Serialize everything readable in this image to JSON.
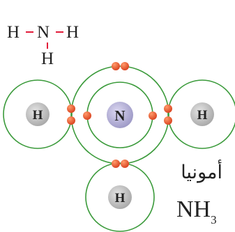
{
  "structural_formula": {
    "top_left_atom": "H",
    "center_atom": "N",
    "top_right_atom": "H",
    "bottom_atom": "H"
  },
  "atoms": {
    "nitrogen": "N",
    "hydrogen_left": "H",
    "hydrogen_right": "H",
    "hydrogen_bottom": "H"
  },
  "caption": {
    "name": "أمونيا",
    "formula_main": "NH",
    "formula_subscript": "3"
  },
  "colors": {
    "bond": "#e21b3a",
    "shell": "#3a9a3a",
    "electron": "#e8502a",
    "hydrogen_nucleus": "#b5b5b5",
    "nitrogen_nucleus": "#a9a6cc"
  }
}
